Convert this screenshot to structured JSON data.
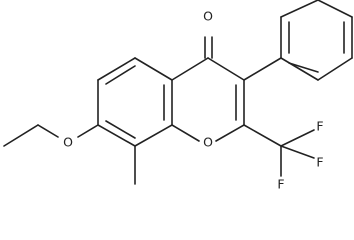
{
  "molecule": {
    "atoms": {
      "carbonyl_oxygen": "O",
      "ring_oxygen": "O",
      "ether_oxygen": "O",
      "fluorine_1": "F",
      "fluorine_2": "F",
      "fluorine_3": "F"
    }
  }
}
